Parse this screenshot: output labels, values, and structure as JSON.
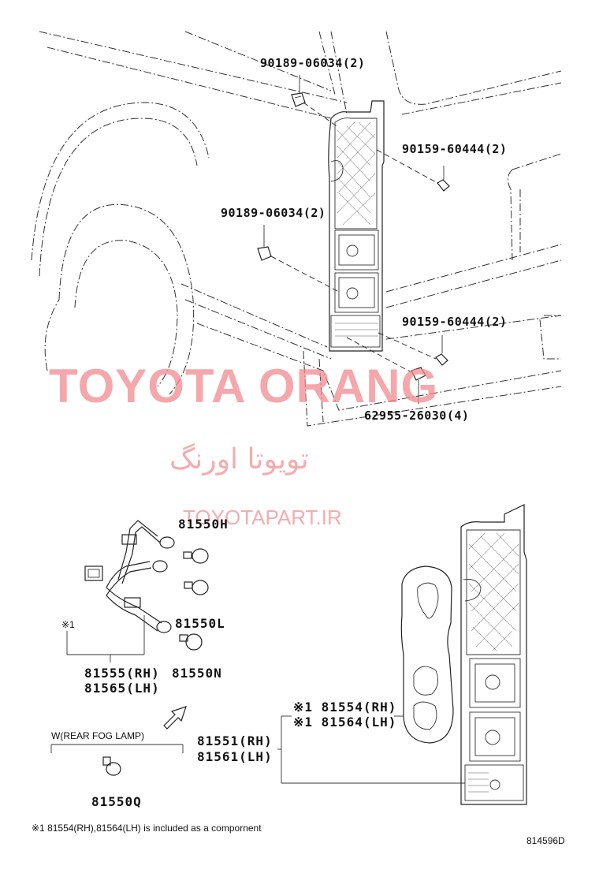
{
  "watermark": {
    "brand": "TOYOTA ORANG",
    "brand_fa": "تویوتا اورنگ",
    "url": "TOYOTAPART.IR"
  },
  "callouts": {
    "clip_upper": "90189-06034(2)",
    "screw_upper": "90159-60444(2)",
    "clip_mid": "90189-06034(2)",
    "screw_lower": "90159-60444(2)",
    "grommet": "62955-26030(4)",
    "bulb_h": "81550H",
    "bulb_l": "81550L",
    "bulb_n": "81550N",
    "mark_1": "※1",
    "socket_rh": "81555(RH)",
    "socket_lh": "81565(LH)",
    "fog_title": "W(REAR FOG LAMP)",
    "bulb_q": "81550Q",
    "lens_rh": "※1 81554(RH)",
    "lens_lh": "※1 81564(LH)",
    "lamp_rh": "81551(RH)",
    "lamp_lh": "81561(LH)"
  },
  "footnote": "※1 81554(RH),81564(LH) is included as a compornent",
  "figure_id": "814596D"
}
